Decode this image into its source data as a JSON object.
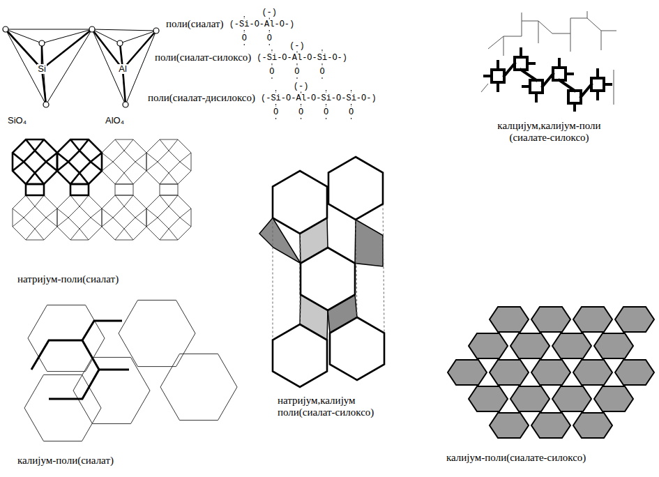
{
  "diagram": {
    "labels": [
      "SiO₄",
      "AlO₄",
      "Si",
      "Al",
      "поли(сиалат)",
      "(-)",
      "(-Si-O-Al-O-)",
      "O",
      "O",
      "поли(сиалат-силоксо)",
      "(-)",
      "(-Si-O-Al-O-Si-O-)",
      "O",
      "O",
      "O",
      "поли(сиалат-дисилоксо)",
      "(-)",
      "(-Si-O-Al-O-Si-O-Si-O-)",
      "O",
      "O",
      "O",
      "O",
      "натријум-поли(сиалат)",
      "калцијум,калијум-поли (сиалате-силоксо)",
      "натријум,калијум поли(сиалат-силоксо)",
      "калијум-поли(сиалат)",
      "калијум-поли(сиалате-силоксо)"
    ]
  }
}
